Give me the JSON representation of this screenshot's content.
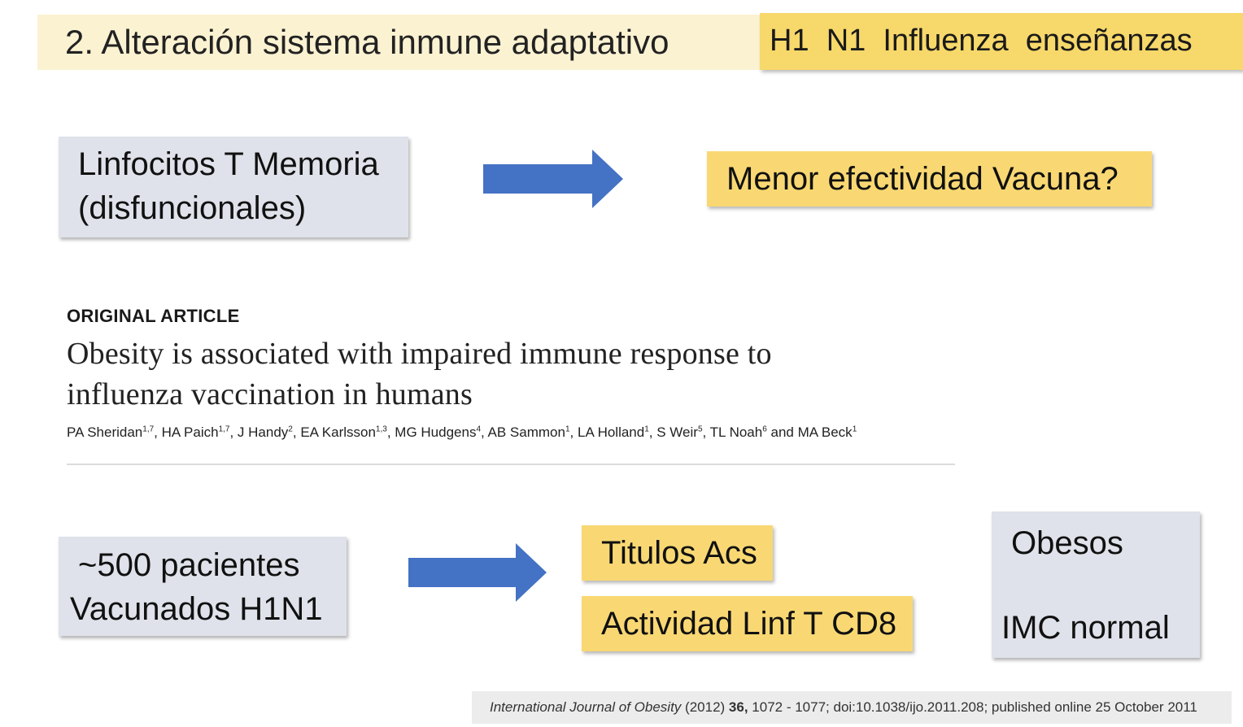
{
  "header": {
    "title": "2. Alteración sistema inmune adaptativo",
    "topic": "H1  N1  Influenza  enseñanzas"
  },
  "top_flow": {
    "source_line1": "Linfocitos T Memoria",
    "source_line2": "(disfuncionales)",
    "result": "Menor efectividad Vacuna?"
  },
  "article": {
    "label": "ORIGINAL ARTICLE",
    "title_line1": "Obesity is associated with impaired immune response to",
    "title_line2": "influenza vaccination in humans",
    "authors": [
      {
        "name": "PA Sheridan",
        "sup": "1,7",
        "sep": ", "
      },
      {
        "name": "HA Paich",
        "sup": "1,7",
        "sep": ", "
      },
      {
        "name": "J Handy",
        "sup": "2",
        "sep": ", "
      },
      {
        "name": "EA Karlsson",
        "sup": "1,3",
        "sep": ", "
      },
      {
        "name": "MG Hudgens",
        "sup": "4",
        "sep": ", "
      },
      {
        "name": "AB Sammon",
        "sup": "1",
        "sep": ", "
      },
      {
        "name": "LA Holland",
        "sup": "1",
        "sep": ", "
      },
      {
        "name": "S Weir",
        "sup": "5",
        "sep": ", "
      },
      {
        "name": "TL Noah",
        "sup": "6",
        "sep": " and "
      },
      {
        "name": "MA Beck",
        "sup": "1",
        "sep": ""
      }
    ]
  },
  "bottom_flow": {
    "source_line1": "~500 pacientes",
    "source_line2": "Vacunados H1N1",
    "outcome1": "Titulos Acs",
    "outcome2": "Actividad Linf T CD8",
    "group1": "Obesos",
    "group2": "IMC normal"
  },
  "citation": {
    "journal": "International Journal of Obesity",
    "year": "(2012)",
    "volume": "36,",
    "rest": "1072 - 1077; doi:10.1038/ijo.2011.208; published online 25 October 2011"
  },
  "colors": {
    "arrow": "#4472c4",
    "yellow": "#f9d873",
    "gray": "#dfe2ea",
    "title_bg": "#fbf2d2"
  }
}
